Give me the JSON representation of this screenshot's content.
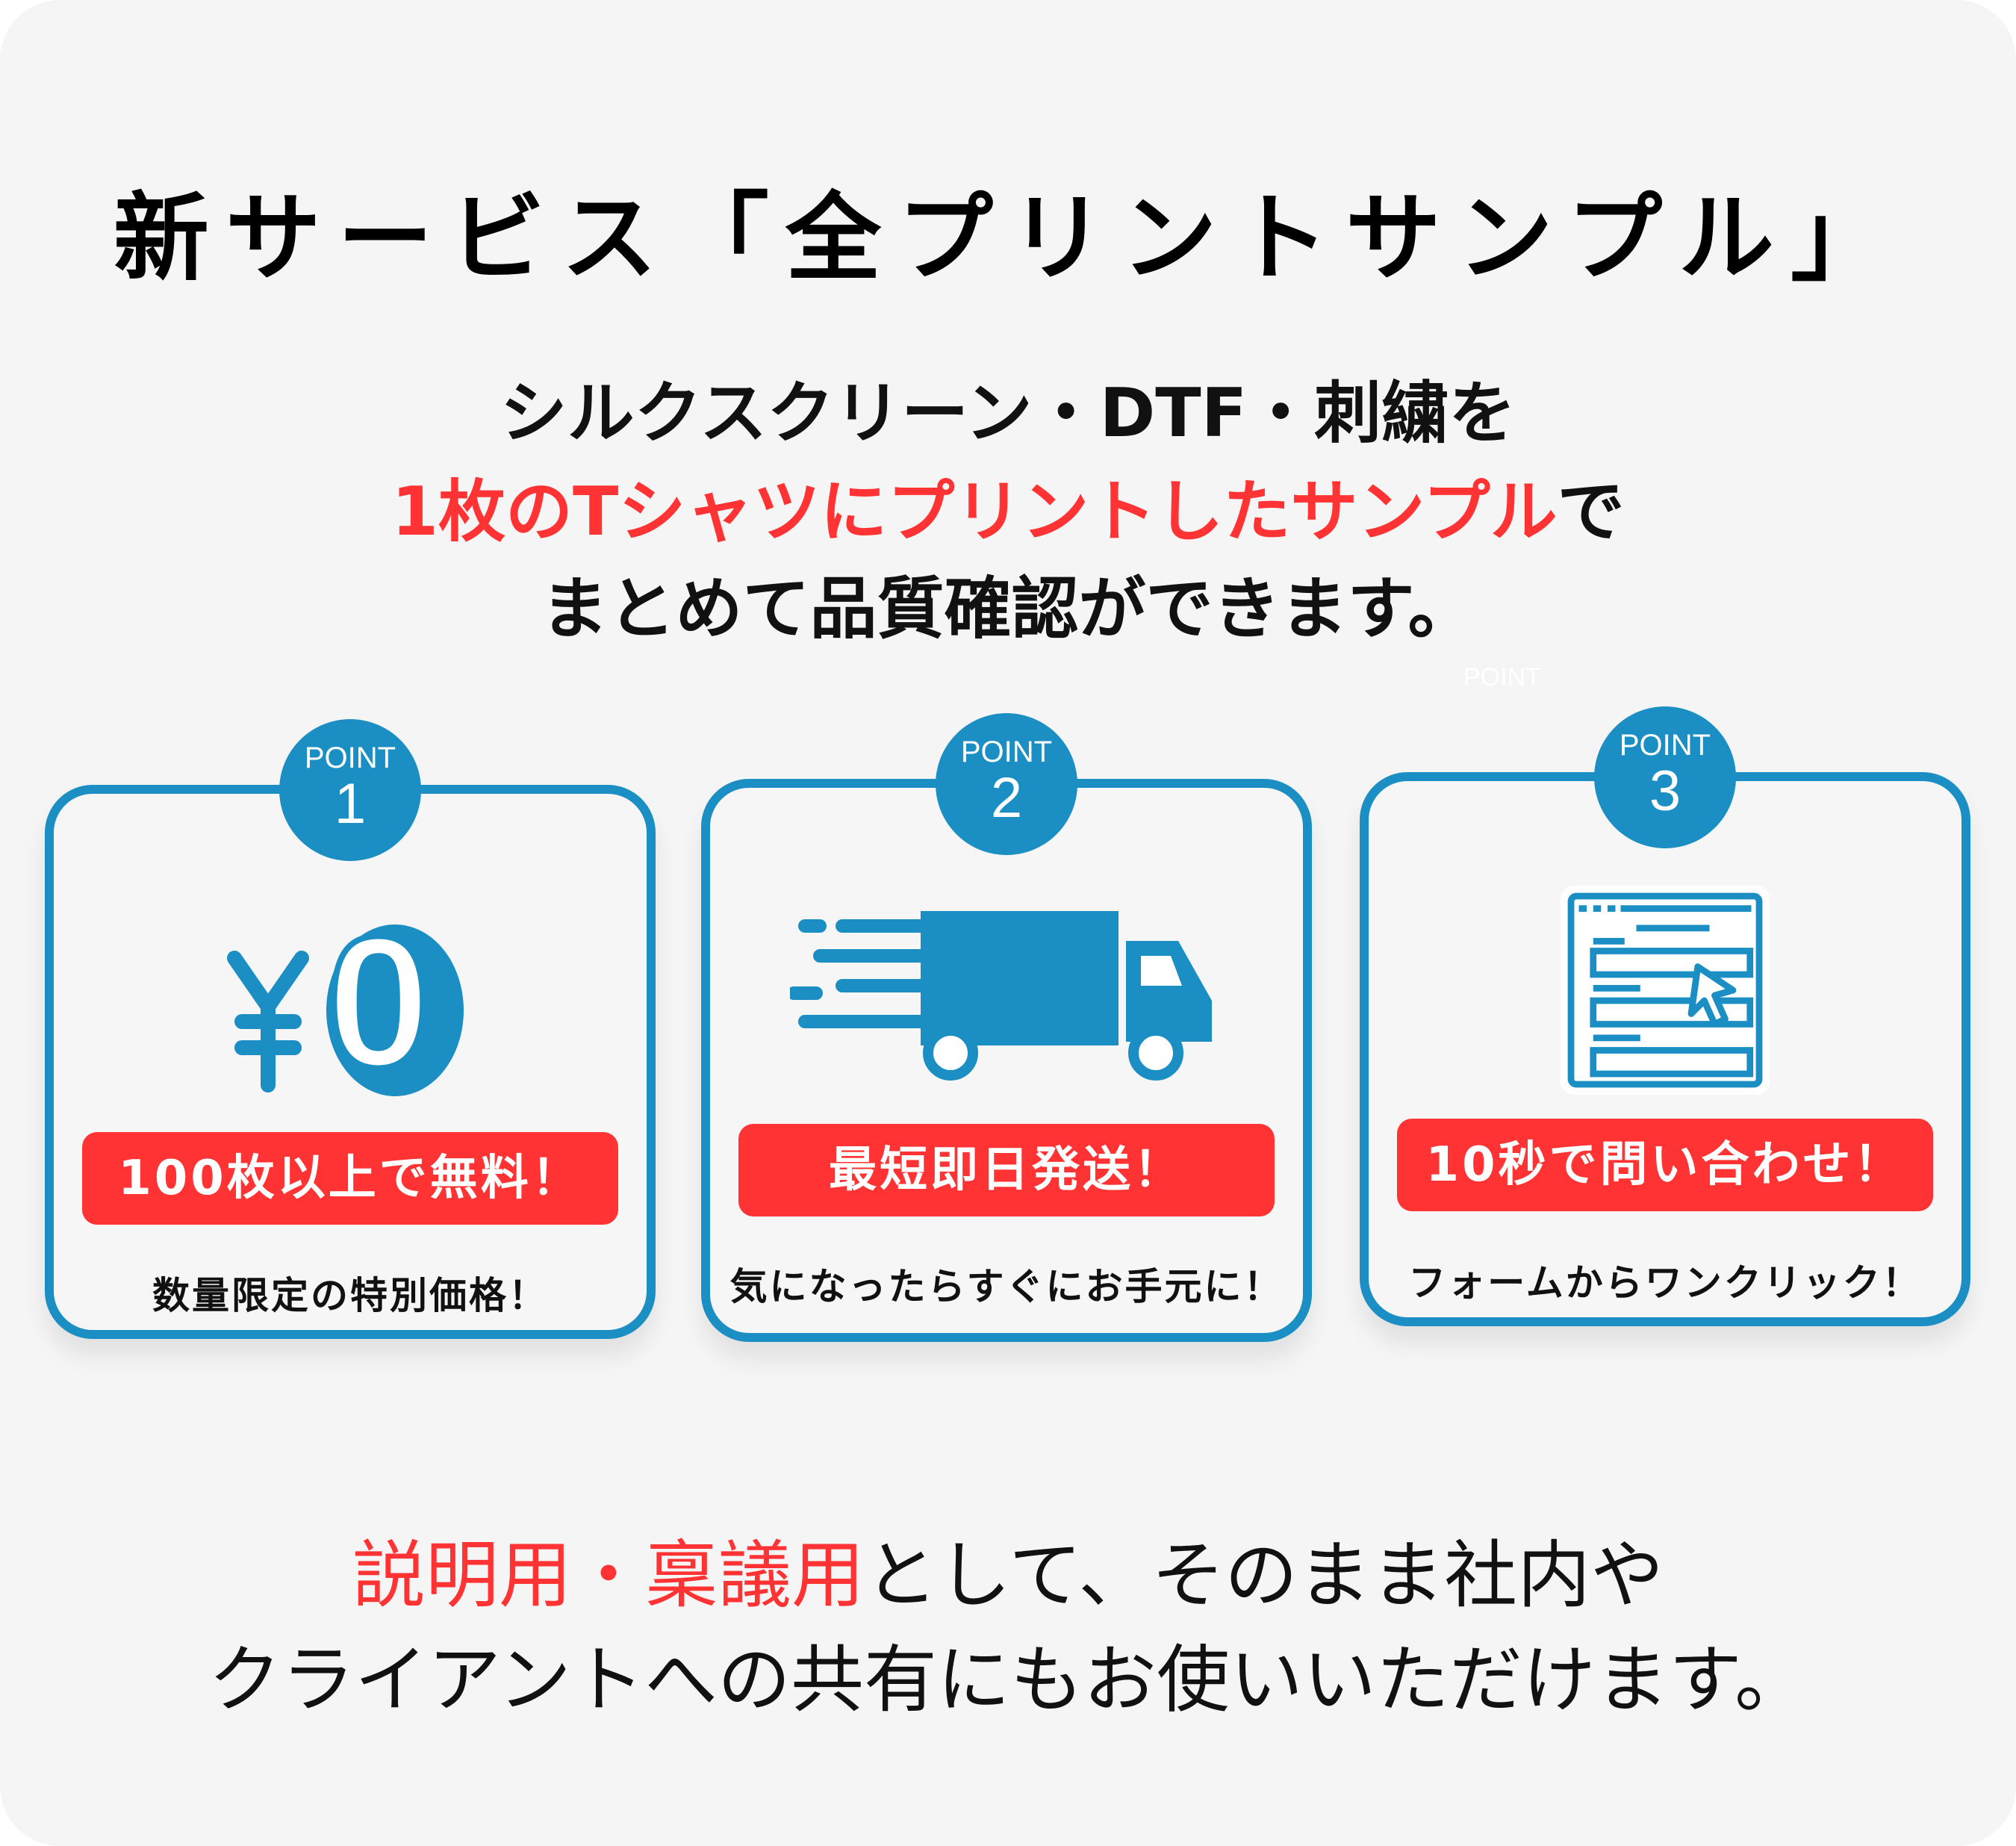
{
  "title": "新サービス「全プリントサンプル」",
  "intro": {
    "line1": "シルクスクリーン・DTF・刺繍を",
    "line2_highlight": "1枚のTシャツにプリントしたサンプル",
    "line2_rest": "で",
    "line3": "まとめて品質確認ができます。"
  },
  "ghost_label": "POINT",
  "points": [
    {
      "badge_label": "POINT",
      "number": "1",
      "icon": "yen-zero-icon",
      "icon_yen": "¥",
      "icon_zero": "0",
      "headline": "100枚以上で無料！",
      "note": "数量限定の特別価格！"
    },
    {
      "badge_label": "POINT",
      "number": "2",
      "icon": "delivery-truck-icon",
      "headline": "最短即日発送！",
      "note": "気になったらすぐにお手元に！"
    },
    {
      "badge_label": "POINT",
      "number": "3",
      "icon": "web-form-click-icon",
      "headline": "10秒で問い合わせ！",
      "note": "フォームからワンクリック！"
    }
  ],
  "closing": {
    "highlight1": "説明用",
    "sep": "・",
    "highlight2": "稟議用",
    "line1_rest": "として、そのまま社内や",
    "line2": "クライアントへの共有にもお使いいただけます。"
  },
  "colors": {
    "accent_blue": "#1b8fc4",
    "accent_red": "#ff3333",
    "background": "#f5f5f5"
  }
}
